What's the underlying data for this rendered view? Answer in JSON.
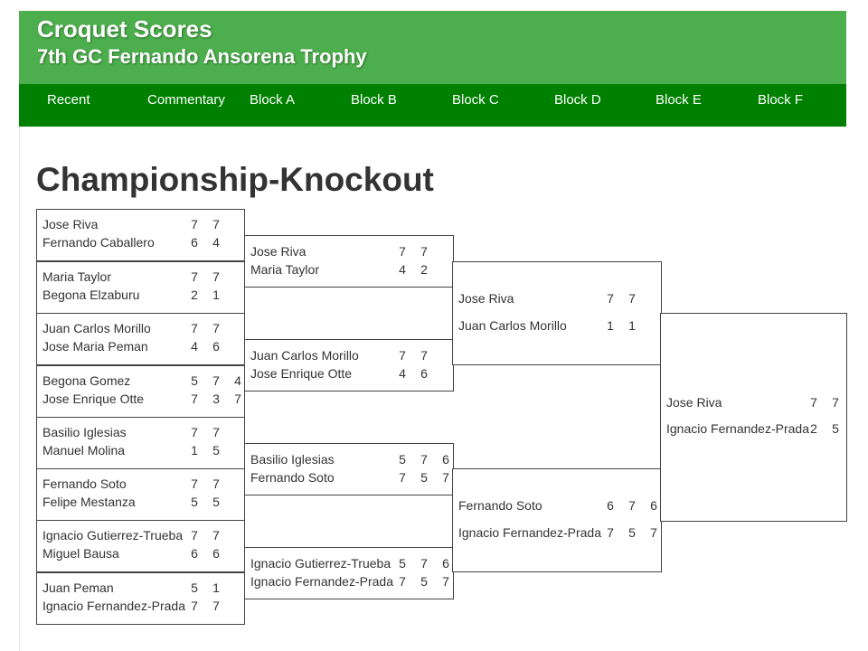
{
  "header": {
    "title": "Croquet Scores",
    "subtitle": "7th GC Fernando Ansorena Trophy"
  },
  "nav": [
    "Recent",
    "Commentary",
    "Block A",
    "Block B",
    "Block C",
    "Block D",
    "Block E",
    "Block F"
  ],
  "page_title": "Championship-Knockout",
  "rounds": [
    {
      "matches": [
        {
          "players": [
            {
              "name": "Jose Riva",
              "scores": [
                "7",
                "7"
              ]
            },
            {
              "name": "Fernando Caballero",
              "scores": [
                "6",
                "4"
              ]
            }
          ]
        },
        {
          "players": [
            {
              "name": "Maria Taylor",
              "scores": [
                "7",
                "7"
              ]
            },
            {
              "name": "Begona Elzaburu",
              "scores": [
                "2",
                "1"
              ]
            }
          ]
        },
        {
          "players": [
            {
              "name": "Juan Carlos Morillo",
              "scores": [
                "7",
                "7"
              ]
            },
            {
              "name": "Jose Maria Peman",
              "scores": [
                "4",
                "6"
              ]
            }
          ]
        },
        {
          "players": [
            {
              "name": "Begona Gomez",
              "scores": [
                "5",
                "7",
                "4"
              ]
            },
            {
              "name": "Jose Enrique Otte",
              "scores": [
                "7",
                "3",
                "7"
              ]
            }
          ]
        },
        {
          "players": [
            {
              "name": "Basilio Iglesias",
              "scores": [
                "7",
                "7"
              ]
            },
            {
              "name": "Manuel Molina",
              "scores": [
                "1",
                "5"
              ]
            }
          ]
        },
        {
          "players": [
            {
              "name": "Fernando Soto",
              "scores": [
                "7",
                "7"
              ]
            },
            {
              "name": "Felipe Mestanza",
              "scores": [
                "5",
                "5"
              ]
            }
          ]
        },
        {
          "players": [
            {
              "name": "Ignacio Gutierrez-Trueba",
              "scores": [
                "7",
                "7"
              ]
            },
            {
              "name": "Miguel Bausa",
              "scores": [
                "6",
                "6"
              ]
            }
          ]
        },
        {
          "players": [
            {
              "name": "Juan Peman",
              "scores": [
                "5",
                "1"
              ]
            },
            {
              "name": "Ignacio Fernandez-Prada",
              "scores": [
                "7",
                "7"
              ]
            }
          ]
        }
      ]
    },
    {
      "matches": [
        {
          "players": [
            {
              "name": "Jose Riva",
              "scores": [
                "7",
                "7"
              ]
            },
            {
              "name": "Maria Taylor",
              "scores": [
                "4",
                "2"
              ]
            }
          ]
        },
        {
          "players": [
            {
              "name": "Juan Carlos Morillo",
              "scores": [
                "7",
                "7"
              ]
            },
            {
              "name": "Jose Enrique Otte",
              "scores": [
                "4",
                "6"
              ]
            }
          ]
        },
        {
          "players": [
            {
              "name": "Basilio Iglesias",
              "scores": [
                "5",
                "7",
                "6"
              ]
            },
            {
              "name": "Fernando Soto",
              "scores": [
                "7",
                "5",
                "7"
              ]
            }
          ]
        },
        {
          "players": [
            {
              "name": "Ignacio Gutierrez-Trueba",
              "scores": [
                "5",
                "7",
                "6"
              ]
            },
            {
              "name": "Ignacio Fernandez-Prada",
              "scores": [
                "7",
                "5",
                "7"
              ]
            }
          ]
        }
      ]
    },
    {
      "matches": [
        {
          "players": [
            {
              "name": "Jose Riva",
              "scores": [
                "7",
                "7"
              ]
            },
            {
              "name": "Juan Carlos Morillo",
              "scores": [
                "1",
                "1"
              ]
            }
          ]
        },
        {
          "players": [
            {
              "name": "Fernando Soto",
              "scores": [
                "6",
                "7",
                "6"
              ]
            },
            {
              "name": "Ignacio Fernandez-Prada",
              "scores": [
                "7",
                "5",
                "7"
              ]
            }
          ]
        }
      ]
    },
    {
      "matches": [
        {
          "players": [
            {
              "name": "Jose Riva",
              "scores": [
                "7",
                "7"
              ]
            },
            {
              "name": "Ignacio Fernandez-Prada",
              "scores": [
                "2",
                "5"
              ]
            }
          ]
        }
      ]
    }
  ],
  "colors": {
    "title_bar": "#4cae4c",
    "nav_bar": "#008000",
    "bracket_line": "#444444"
  }
}
